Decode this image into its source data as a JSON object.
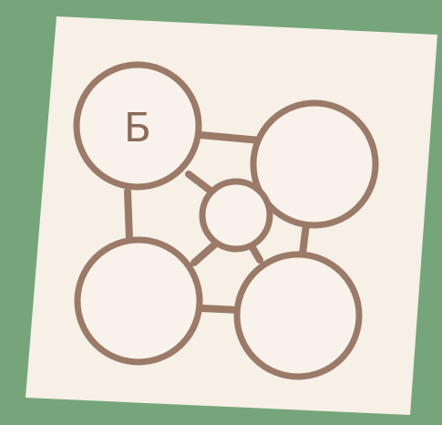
{
  "colors": {
    "background": "#76a57b",
    "card": "#f8f2ea",
    "stroke": "#9b7a67",
    "label": "#8b6a58"
  },
  "diagram": {
    "nodes": {
      "top_left": {
        "label": "Б"
      },
      "top_right": {
        "label": ""
      },
      "center": {
        "label": ""
      },
      "bottom_left": {
        "label": ""
      },
      "bottom_right": {
        "label": ""
      }
    },
    "connections": [
      [
        "top_left",
        "top_right"
      ],
      [
        "top_left",
        "center"
      ],
      [
        "top_left",
        "bottom_left"
      ],
      [
        "top_right",
        "center"
      ],
      [
        "top_right",
        "bottom_right"
      ],
      [
        "bottom_left",
        "center"
      ],
      [
        "bottom_left",
        "bottom_right"
      ],
      [
        "bottom_right",
        "center"
      ]
    ]
  }
}
